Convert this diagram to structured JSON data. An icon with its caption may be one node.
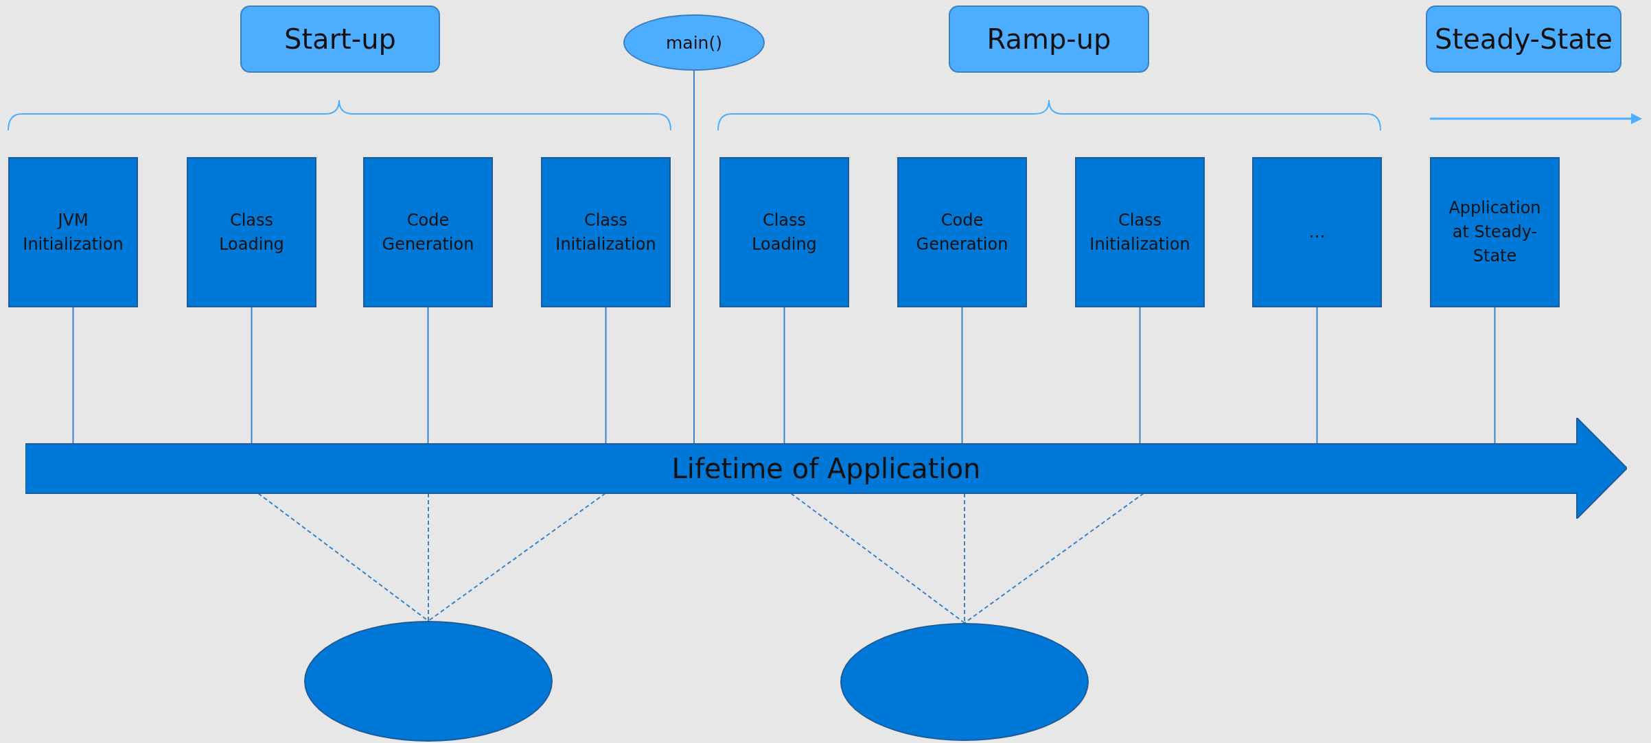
{
  "diagram": {
    "nodes": [
      {
        "text": [
          "Start-up"
        ]
      },
      {
        "text": [
          "main()"
        ]
      },
      {
        "text": [
          "Ramp-up"
        ]
      },
      {
        "text": [
          "Steady-State"
        ]
      },
      {
        "text": [
          "JVM Initialization"
        ]
      },
      {
        "text": [
          "Class Loading"
        ]
      },
      {
        "text": [
          "Code Generation"
        ]
      },
      {
        "text": [
          "Class Initialization"
        ]
      },
      {
        "text": [
          "Class Loading"
        ]
      },
      {
        "text": [
          "Code Generation"
        ]
      },
      {
        "text": [
          "Class Initialization"
        ]
      },
      {
        "text": [
          "…"
        ]
      },
      {
        "text": [
          "Application at Steady-State"
        ]
      },
      {
        "text": [
          "Lifetime of Application"
        ]
      },
      {
        "text": [],
        "shape": "ellipse"
      },
      {
        "text": [],
        "shape": "ellipse"
      }
    ],
    "edges": [
      {
        "from": 4,
        "to": 13,
        "arrow": "none"
      },
      {
        "from": 5,
        "to": 13,
        "arrow": "none"
      },
      {
        "from": 6,
        "to": 13,
        "arrow": "none"
      },
      {
        "from": 7,
        "to": 13,
        "arrow": "none"
      },
      {
        "from": 8,
        "to": 13,
        "arrow": "none"
      },
      {
        "from": 9,
        "to": 13,
        "arrow": "none"
      },
      {
        "from": 10,
        "to": 13,
        "arrow": "none"
      },
      {
        "from": 11,
        "to": 13,
        "arrow": "none"
      },
      {
        "from": 12,
        "to": 13,
        "arrow": "none"
      },
      {
        "from": 1,
        "to": 13,
        "arrow": "none"
      },
      {
        "from": 13,
        "to": 14,
        "arrow": "none",
        "style": "dashed"
      },
      {
        "from": 13,
        "to": 14,
        "arrow": "none",
        "style": "dashed"
      },
      {
        "from": 13,
        "to": 14,
        "arrow": "none",
        "style": "dashed"
      },
      {
        "from": 13,
        "to": 15,
        "arrow": "none",
        "style": "dashed"
      },
      {
        "from": 13,
        "to": 15,
        "arrow": "none",
        "style": "dashed"
      },
      {
        "from": 13,
        "to": 15,
        "arrow": "none",
        "style": "dashed"
      }
    ]
  }
}
